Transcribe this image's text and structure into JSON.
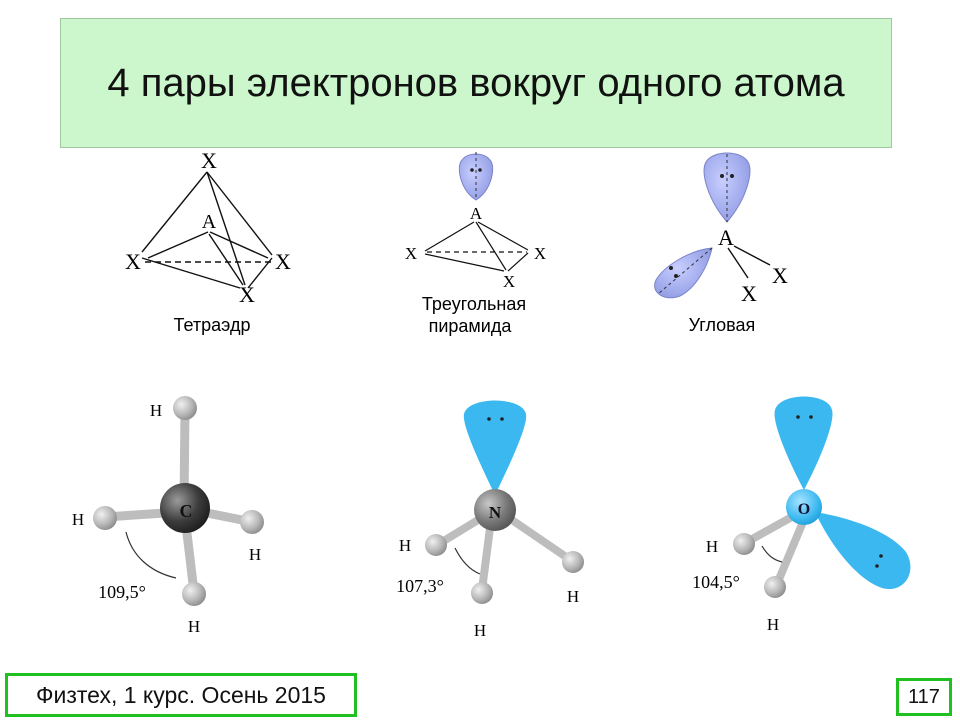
{
  "slide": {
    "title": "4 пары электронов вокруг одного атома",
    "footer": "Физтех, 1 курс. Осень 2015",
    "page_number": "117"
  },
  "diagrams": {
    "tetrahedron": {
      "caption": "Тетраэдр",
      "central": "A",
      "ligands": [
        "X",
        "X",
        "X",
        "X"
      ]
    },
    "pyramid": {
      "caption_line1": "Треугольная",
      "caption_line2": "пирамида",
      "central": "A",
      "ligands": [
        "X",
        "X",
        "X"
      ]
    },
    "angular": {
      "caption": "Угловая",
      "central": "A",
      "ligands": [
        "X",
        "X"
      ]
    }
  },
  "molecules": {
    "methane": {
      "central": "C",
      "hydrogens": [
        "H",
        "H",
        "H",
        "H"
      ],
      "angle": "109,5°"
    },
    "ammonia": {
      "central": "N",
      "hydrogens": [
        "H",
        "H",
        "H"
      ],
      "angle": "107,3°"
    },
    "water": {
      "central": "O",
      "hydrogens": [
        "H",
        "H"
      ],
      "angle": "104,5°"
    }
  },
  "colors": {
    "title_bg": "#ccf7cc",
    "footer_border": "#20c020",
    "lone_pair_schematic": "#9aa6e8",
    "lone_pair_model": "#3cb8f0"
  }
}
